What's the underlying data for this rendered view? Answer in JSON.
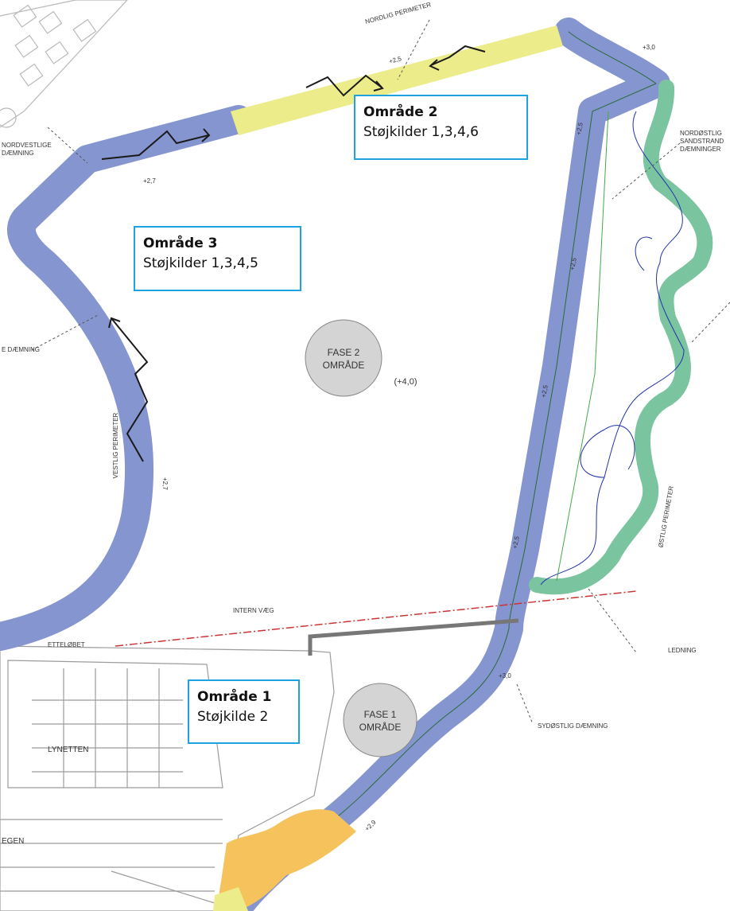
{
  "areas": [
    {
      "title": "Område 2",
      "noise_sources": "Støjkilder 1,3,4,6"
    },
    {
      "title": "Område 3",
      "noise_sources": "Støjkilder 1,3,4,5"
    },
    {
      "title": "Område 1",
      "noise_sources": "Støjkilde 2"
    }
  ],
  "phases": [
    {
      "line1": "FASE 2",
      "line2": "OMRÅDE"
    },
    {
      "line1": "FASE 1",
      "line2": "OMRÅDE"
    }
  ],
  "phase2_level": "(+4,0)",
  "map_labels": {
    "north_perimeter": "NORDLIG PERIMETER",
    "northwest_dike": "NORDVESTLIGE\nDÆMNING",
    "west_dike": "E DÆMNING",
    "west_perimeter": "VESTLIG PERIMETER",
    "channel": "ETTELØBET",
    "internal_wall": "INTERN VÆG",
    "northeast_dike": "NORDØSTLIG\nSANDSTRAND\nDÆMNINGER",
    "east_perimeter": "ØSTLIG PERIMETER",
    "pipeline": "LEDNING",
    "southeast_dike": "SYDØSTLIG DÆMNING",
    "existing_facility": "LYNETTEN",
    "road": "EGEN",
    "levels": [
      "+2,5",
      "+2,7",
      "+3,0",
      "+2,5",
      "+2,5",
      "+2,5",
      "+2,5",
      "+2,7",
      "+3,0",
      "+2,9"
    ]
  },
  "colors": {
    "dike_blue": "#8595d0",
    "beach_green": "#7ac4a0",
    "perimeter_yellow": "#ecec8a",
    "fill_orange": "#f6c25c",
    "phase_circle": "#d4d4d4",
    "callout_border": "#1ea3e2"
  }
}
